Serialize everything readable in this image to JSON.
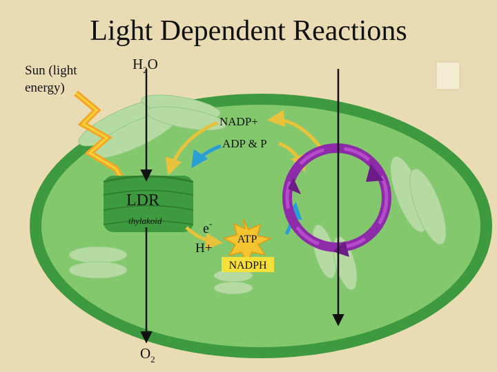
{
  "title": "Light Dependent Reactions",
  "labels": {
    "sun": [
      "Sun (light",
      "energy)"
    ],
    "water": {
      "base": "H",
      "sub": "2",
      "tail": "O"
    },
    "nadp_plus": "NADP+",
    "adp_p": "ADP & P",
    "ldr": "LDR",
    "thylakoid": "thylakoid",
    "electron": {
      "base": "e",
      "sup": "-"
    },
    "hydrogen_ion": "H+",
    "atp": "ATP",
    "nadph": "NADPH",
    "oxygen": {
      "base": "O",
      "sub": "2"
    }
  },
  "colors": {
    "background": "#e9dcb4",
    "chloroplast_outer": "#3e9a3e",
    "chloroplast_inner": "#84c86e",
    "grana": "#b5dba2",
    "thylakoid_stack": "#4aa04a",
    "sunlight": "#f5a623",
    "arrow_yellow": "#e8c23a",
    "arrow_blue": "#2a9fd6",
    "cycle_purple": "#8e2ba8",
    "atp_burst": "#f4c430",
    "nadph_highlight": "#f7e03a"
  },
  "icons": {
    "sunlight": "lightning-bolt-icon",
    "calvin_cycle": "circular-cycle-icon"
  }
}
